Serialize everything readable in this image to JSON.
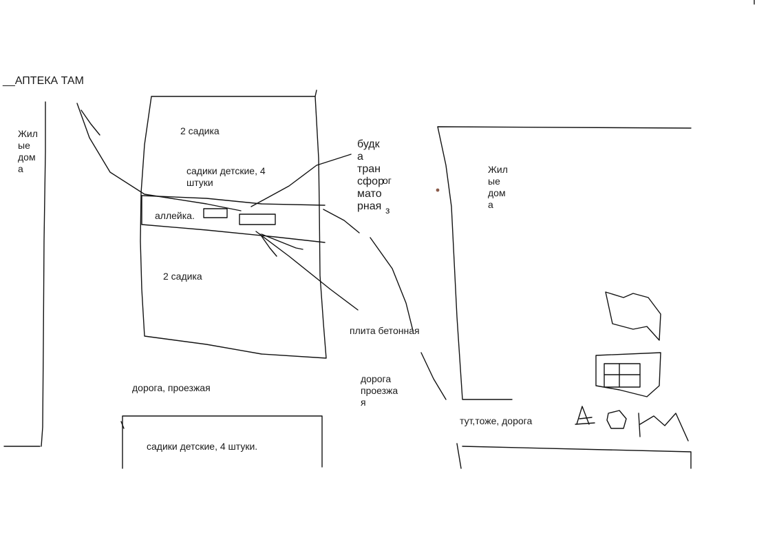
{
  "labels": {
    "pharmacy": "__АПТЕКА ТАМ",
    "residential_left": "Жил\nые\nдом\nа",
    "residential_right": "Жил\nые\nдом\nа",
    "kindergartens_2_top": "2 садика",
    "kindergartens_4_mid": "садики детские, 4 штуки",
    "alley": "аллейка.",
    "kindergartens_2_lower": "2 садика",
    "transformer_booth": "будк\nа\nтран\nсфор\nмато\nрная",
    "transformer_stray_1": "ог",
    "transformer_stray_2": "з",
    "concrete_slab": "плита бетонная",
    "road_passable_left": "дорога, проезжая",
    "road_passable_right": "дорога\nпроезжа\nя",
    "road_here_too": "тут,тоже, дорога",
    "kindergartens_4_bottom": "садики детские, 4 штуки."
  },
  "colors": {
    "ink": "#111111",
    "dot": "#8a5a4a"
  }
}
